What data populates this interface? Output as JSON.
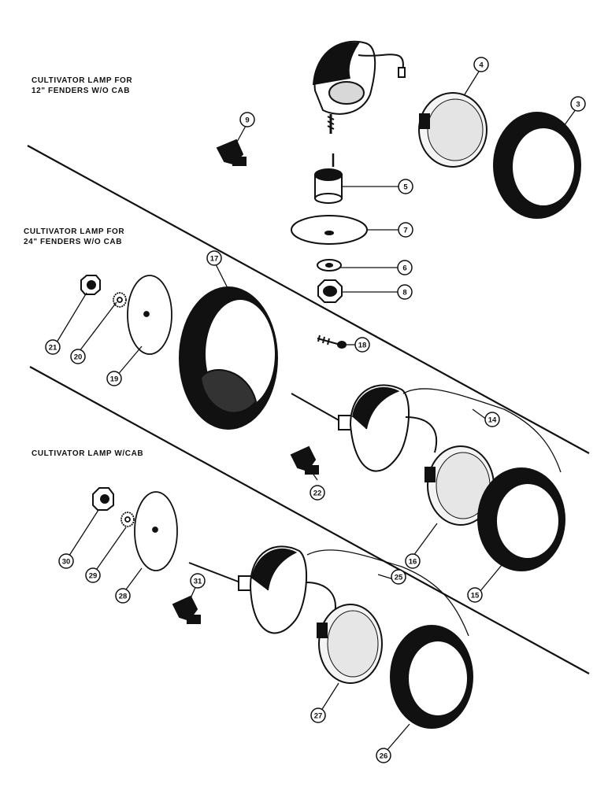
{
  "sections": [
    {
      "line1": "CULTIVATOR LAMP FOR",
      "line2": "12\" FENDERS W/O CAB"
    },
    {
      "line1": "CULTIVATOR LAMP FOR",
      "line2": "24\" FENDERS W/O CAB"
    },
    {
      "line1": "CULTIVATOR LAMP W/CAB",
      "line2": ""
    }
  ],
  "callouts": [
    "3",
    "4",
    "5",
    "6",
    "7",
    "8",
    "9",
    "14",
    "15",
    "16",
    "17",
    "18",
    "19",
    "20",
    "21",
    "22",
    "25",
    "26",
    "27",
    "28",
    "29",
    "30",
    "31"
  ],
  "colors": {
    "ink": "#111111",
    "paper": "#ffffff",
    "shade": "#bdbdbd"
  }
}
